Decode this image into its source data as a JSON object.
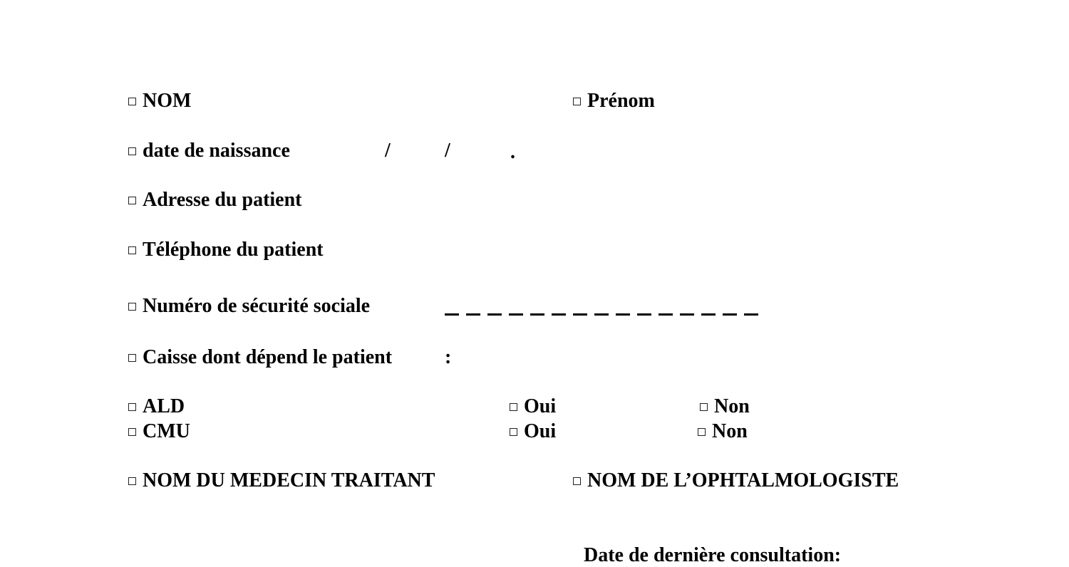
{
  "form": {
    "nom": "NOM",
    "prenom": "Prénom",
    "date_naissance": {
      "label": "date de naissance",
      "sep1": "/",
      "sep2": "/",
      "end": "."
    },
    "adresse": "Adresse du patient",
    "telephone": "Téléphone du patient",
    "secu": {
      "label": "Numéro de sécurité sociale",
      "digit_count": 15
    },
    "caisse": {
      "label": "Caisse dont dépend le patient",
      "colon": ":"
    },
    "ald": {
      "label": "ALD",
      "yes": "Oui",
      "no": "Non"
    },
    "cmu": {
      "label": "CMU",
      "yes": "Oui",
      "no": "Non"
    },
    "medecin_traitant": "NOM DU MEDECIN TRAITANT",
    "ophtalmologiste": "NOM DE L’OPHTALMOLOGISTE",
    "derniere_consultation": "Date de dernière consultation:"
  }
}
